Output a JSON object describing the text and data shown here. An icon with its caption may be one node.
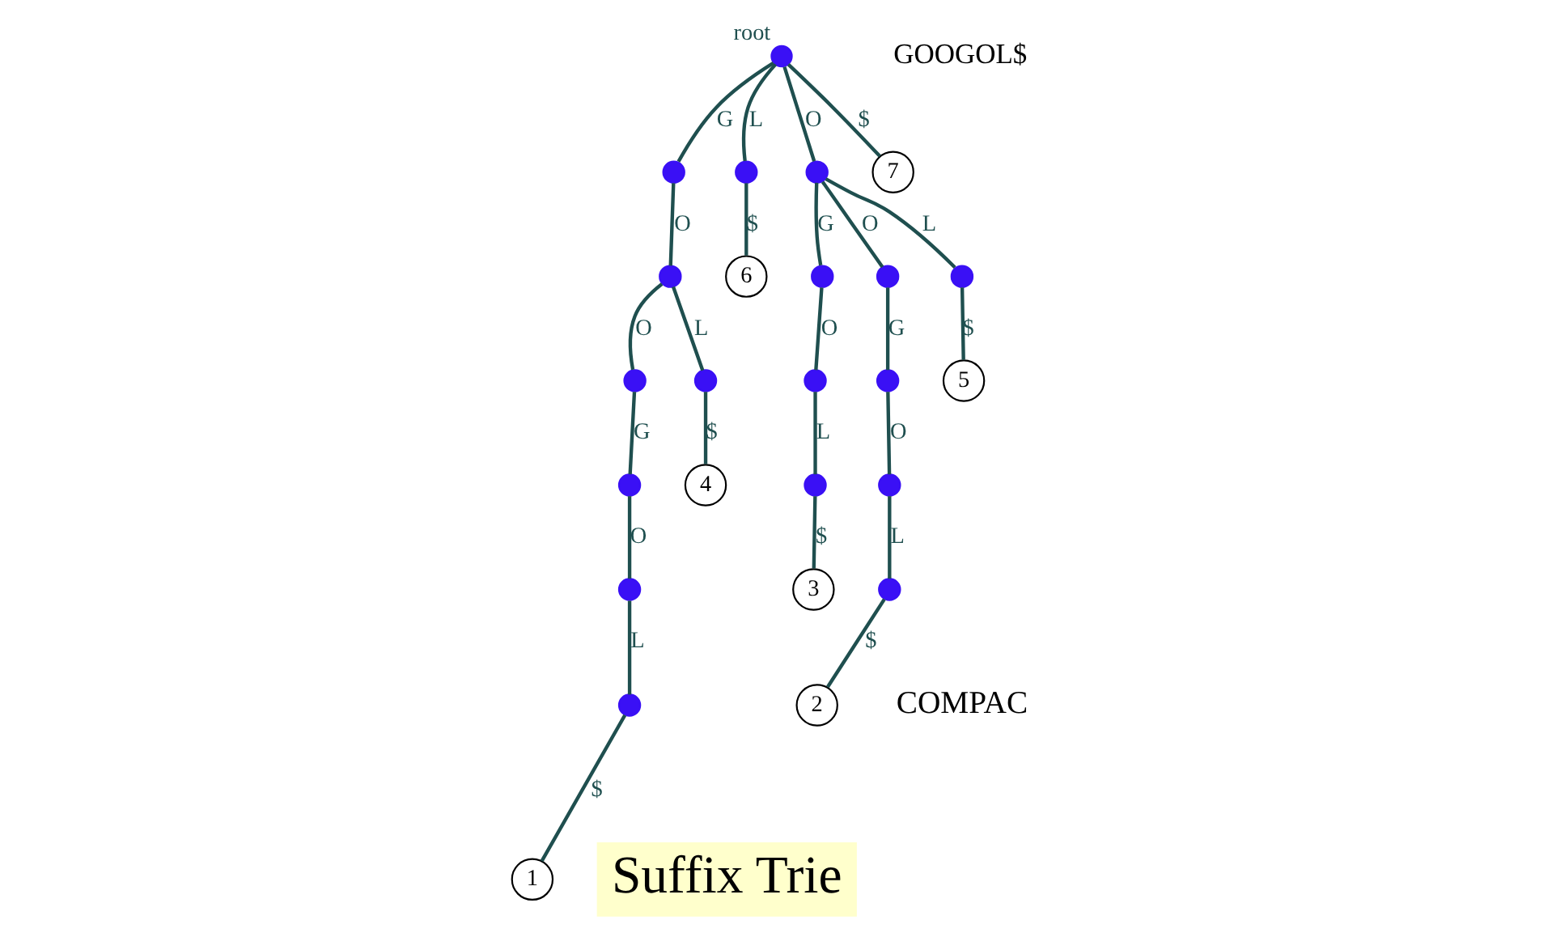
{
  "diagram": {
    "nodes": [
      {
        "text": [
          "root"
        ]
      },
      {
        "text": [],
        "shape": "circle"
      },
      {
        "text": [],
        "shape": "circle"
      },
      {
        "text": [],
        "shape": "circle"
      },
      {
        "text": [
          "7"
        ]
      },
      {
        "text": [],
        "shape": "circle"
      },
      {
        "text": [
          "6"
        ]
      },
      {
        "text": [],
        "shape": "circle"
      },
      {
        "text": [],
        "shape": "circle"
      },
      {
        "text": [],
        "shape": "circle"
      },
      {
        "text": [],
        "shape": "circle"
      },
      {
        "text": [],
        "shape": "circle"
      },
      {
        "text": [],
        "shape": "circle"
      },
      {
        "text": [],
        "shape": "circle"
      },
      {
        "text": [
          "5"
        ]
      },
      {
        "text": [],
        "shape": "circle"
      },
      {
        "text": [
          "4"
        ]
      },
      {
        "text": [],
        "shape": "circle"
      },
      {
        "text": [],
        "shape": "circle"
      },
      {
        "text": [],
        "shape": "circle"
      },
      {
        "text": [
          "3"
        ]
      },
      {
        "text": [],
        "shape": "circle"
      },
      {
        "text": [],
        "shape": "circle"
      },
      {
        "text": [
          "2"
        ]
      },
      {
        "text": [
          "1"
        ]
      },
      {
        "text": [
          "Suffix Trie"
        ]
      }
    ],
    "edges": [
      {
        "from": 0,
        "to": 1,
        "arrow": "none",
        "label": "G"
      },
      {
        "from": 0,
        "to": 2,
        "arrow": "none",
        "label": "L"
      },
      {
        "from": 0,
        "to": 3,
        "arrow": "none",
        "label": "O"
      },
      {
        "from": 0,
        "to": 4,
        "arrow": "none",
        "label": "$"
      },
      {
        "from": 1,
        "to": 5,
        "arrow": "none",
        "label": "O"
      },
      {
        "from": 2,
        "to": 6,
        "arrow": "none",
        "label": "$"
      },
      {
        "from": 3,
        "to": 7,
        "arrow": "none",
        "label": "G"
      },
      {
        "from": 3,
        "to": 8,
        "arrow": "none",
        "label": "O"
      },
      {
        "from": 3,
        "to": 9,
        "arrow": "none",
        "label": "L"
      },
      {
        "from": 5,
        "to": 10,
        "arrow": "none",
        "label": "O"
      },
      {
        "from": 5,
        "to": 11,
        "arrow": "none",
        "label": "L"
      },
      {
        "from": 7,
        "to": 12,
        "arrow": "none",
        "label": "O"
      },
      {
        "from": 8,
        "to": 13,
        "arrow": "none",
        "label": "G"
      },
      {
        "from": 9,
        "to": 14,
        "arrow": "none",
        "label": "$"
      },
      {
        "from": 10,
        "to": 15,
        "arrow": "none",
        "label": "G"
      },
      {
        "from": 11,
        "to": 16,
        "arrow": "none",
        "label": "$"
      },
      {
        "from": 12,
        "to": 17,
        "arrow": "none",
        "label": "L"
      },
      {
        "from": 13,
        "to": 18,
        "arrow": "none",
        "label": "O"
      },
      {
        "from": 15,
        "to": 19,
        "arrow": "none",
        "label": "O"
      },
      {
        "from": 17,
        "to": 20,
        "arrow": "none",
        "label": "$"
      },
      {
        "from": 18,
        "to": 21,
        "arrow": "none",
        "label": "L"
      },
      {
        "from": 19,
        "to": 22,
        "arrow": "none",
        "label": "L"
      },
      {
        "from": 21,
        "to": 23,
        "arrow": "none",
        "label": "$"
      },
      {
        "from": 22,
        "to": 24,
        "arrow": "none",
        "label": "$"
      }
    ],
    "labels": [
      "GOOGOL$",
      "COMPAC"
    ]
  }
}
